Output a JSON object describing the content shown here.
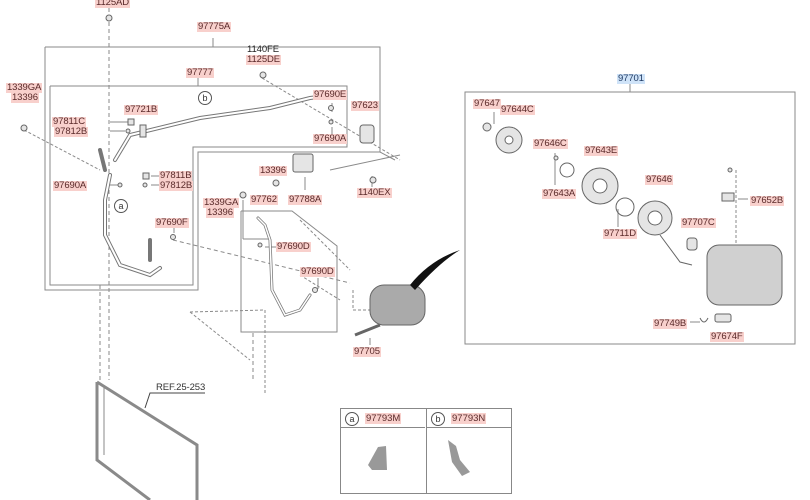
{
  "diagram": {
    "title_parts": {
      "hose_assembly": "97775A",
      "compressor_assembly": "97701"
    },
    "labels": {
      "bolt_top": "1125AD",
      "hose_assembly": "97775A",
      "bolt_fe": "1140FE",
      "bolt_de": "1125DE",
      "suction_hose": "97777",
      "left_nut_ga": "1339GA",
      "left_nut_396": "13396",
      "cap_c": "97811C",
      "cap_b": "97812B",
      "sensor": "97721B",
      "oring_e": "97690E",
      "oring_a_right": "97690A",
      "receiver": "97623",
      "cap_b2": "97811B",
      "cap_b3": "97812B",
      "oring_a_left": "97690A",
      "oring_f": "97690F",
      "nut_13396": "13396",
      "bracket_762": "97762",
      "block_788a": "97788A",
      "bolt_ex": "1140EX",
      "mid_nut_ga": "1339GA",
      "mid_nut_396": "13396",
      "oring_d1": "97690D",
      "oring_d2": "97690D",
      "bolt_705": "97705",
      "ref": "REF.25-253",
      "compressor": "97701",
      "bolt_647": "97647",
      "hub_644c": "97644C",
      "shim_646c": "97646C",
      "pulley_643e": "97643E",
      "snap_643a": "97643A",
      "coil_646": "97646",
      "snap_711d": "97711D",
      "bearing_707c": "97707C",
      "valve_652b": "97652B",
      "clip_749b": "97749B",
      "valve_674f": "97674F"
    },
    "callouts": {
      "a": "a",
      "b": "b"
    },
    "legend": [
      {
        "key": "a",
        "code": "97793M"
      },
      {
        "key": "b",
        "code": "97793N"
      }
    ],
    "colors": {
      "highlight": "#f8d0cc",
      "highlight_selected": "#cfe3f8",
      "line": "#888888"
    }
  }
}
